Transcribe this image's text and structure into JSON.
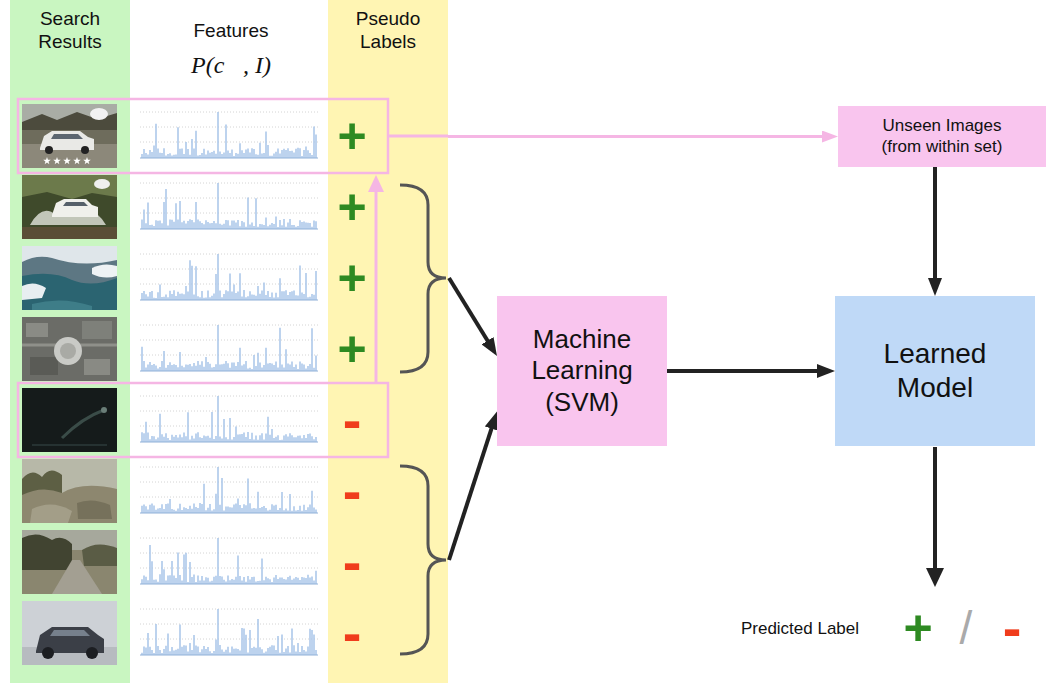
{
  "diagram": {
    "nodes": [
      {
        "text": [
          "Search Results"
        ]
      },
      {
        "text": [
          "Pseudo Labels"
        ]
      },
      {
        "text": [
          "Unseen Images (from within set)"
        ]
      },
      {
        "text": [
          "Machine Learning (SVM)"
        ]
      },
      {
        "text": [
          "Learned Model"
        ]
      }
    ],
    "edges": [
      {
        "from": 1,
        "to": 3,
        "arrow": "to"
      },
      {
        "from": 1,
        "to": 3,
        "arrow": "to"
      },
      {
        "from": 1,
        "to": 2,
        "arrow": "to"
      },
      {
        "from": 3,
        "to": 4,
        "arrow": "to"
      },
      {
        "from": 2,
        "to": 4,
        "arrow": "to"
      }
    ],
    "labels": [
      "Features",
      "P(c⃗, I)",
      "+",
      "+",
      "+",
      "+",
      "-",
      "-",
      "-",
      "-",
      "Predicted Label",
      "+",
      "/",
      "-"
    ]
  }
}
